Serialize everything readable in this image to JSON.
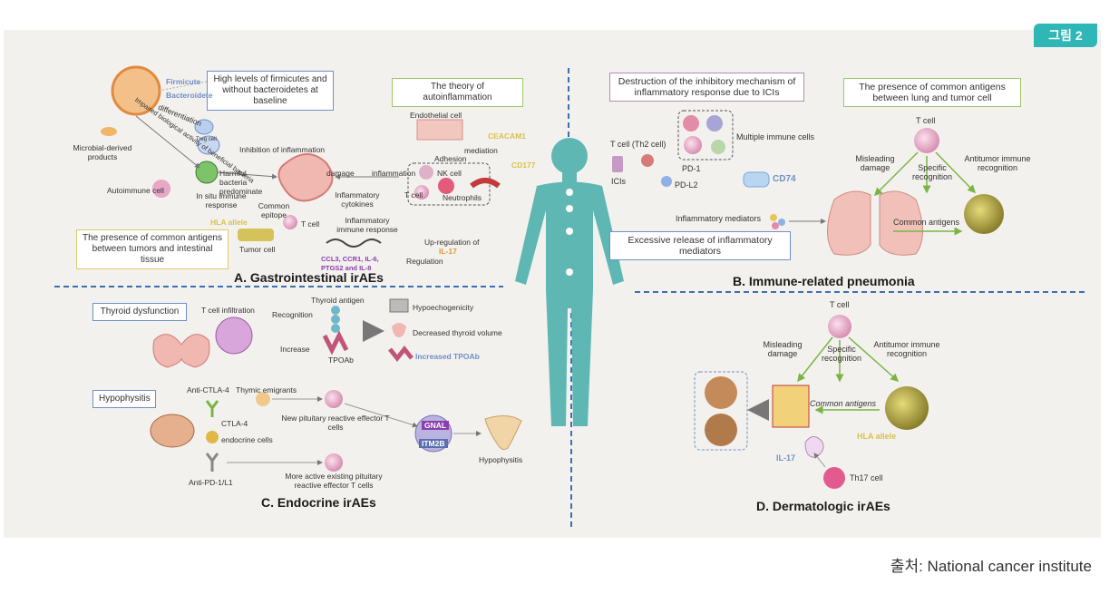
{
  "badge": "그림 2",
  "source": "출처: National cancer institute",
  "sections": {
    "a": "A. Gastrointestinal irAEs",
    "b": "B. Immune-related  pneumonia",
    "c": "C. Endocrine irAEs",
    "d": "D. Dermatologic irAEs"
  },
  "a": {
    "box_firmicutes": "High levels of firmicutes and without bacteroidetes at baseline",
    "box_autoinflammation": "The theory of autoinflammation",
    "box_common_antigens": "The presence of common antigens between tumors and intestinal tissue",
    "firmicute": "Firmicute",
    "bacteroidete": "Bacteroidete",
    "differentiation": "differentiation",
    "impaired": "Impaired biological activity of beneficial bacteria",
    "microbial": "Microbial-derived products",
    "treg": "Treg cell",
    "inhibition": "Inhibition of inflammation",
    "harmful": "Harmful bacteria predominate",
    "autoimmune": "Autoimmune cell",
    "in_situ": "In situ immune response",
    "common_epitope": "Common epitope",
    "hla": "HLA allele",
    "tumor_cell": "Tumor cell",
    "t_cell": "T cell",
    "damage": "damage",
    "inflammation": "inflammation",
    "cytokines": "Inflammatory cytokines",
    "immune_response": "Inflammatory immune response",
    "endothelial": "Endothelial cell",
    "adhesion": "Adhesion",
    "mediation": "mediation",
    "ceacam1": "CEACAM1",
    "cd177": "CD177",
    "nk": "NK cell",
    "t_cell2": "T cell",
    "neutrophils": "Neutrophils",
    "genes": "CCL3, CCR1, IL-6, PTGS2 and IL-8",
    "regulation": "Regulation",
    "upregulation": "Up-regulation of",
    "il17": "IL-17"
  },
  "b": {
    "box_destruction": "Destruction of the inhibitory mechanism of inflammatory response due to ICIs",
    "box_common": "The presence of common antigens between lung and tumor cell",
    "box_excessive": "Excessive release of inflammatory mediators",
    "th2": "T cell (Th2 cell)",
    "icis": "ICIs",
    "pd1": "PD-1",
    "pdl2": "PD-L2",
    "multiple": "Multiple immune cells",
    "cd74": "CD74",
    "mediators": "Inflammatory mediators",
    "t_cell": "T cell",
    "misleading": "Misleading damage",
    "specific": "Specific recognition",
    "antitumor": "Antitumor immune recognition",
    "common_antigens": "Common antigens"
  },
  "c": {
    "box_thyroid": "Thyroid dysfunction",
    "box_hypophysitis": "Hypophysitis",
    "t_infiltration": "T cell infiltration",
    "recognition": "Recognition",
    "increase": "Increase",
    "thyroid_antigen": "Thyroid antigen",
    "tpoab": "TPOAb",
    "hypoechogenicity": "Hypoechogenicity",
    "decreased": "Decreased thyroid volume",
    "increased_tpoab": "Increased TPOAb",
    "anti_ctla4": "Anti-CTLA-4",
    "thymic": "Thymic emigrants",
    "ctla4": "CTLA-4",
    "endocrine": "endocrine cells",
    "new_pituitary": "New pituitary reactive effector T cells",
    "anti_pd1": "Anti-PD-1/L1",
    "more_active": "More active existing pituitary reactive effector T cells",
    "gnal": "GNAL",
    "itm2b": "ITM2B",
    "hypophysitis": "Hypophysitis"
  },
  "d": {
    "t_cell": "T cell",
    "misleading": "Misleading damage",
    "specific": "Specific recognition",
    "antitumor": "Antitumor immune recognition",
    "common_antigens": "Common antigens",
    "hla": "HLA allele",
    "il17": "IL-17",
    "th17": "Th17 cell"
  },
  "colors": {
    "teal": "#2fb6b6",
    "body": "#5fb7b4",
    "divider": "#3b6fb6",
    "green_arrow": "#7bb445",
    "pink_cell": "#e6a8c4",
    "gut": "#f1b7b1"
  }
}
